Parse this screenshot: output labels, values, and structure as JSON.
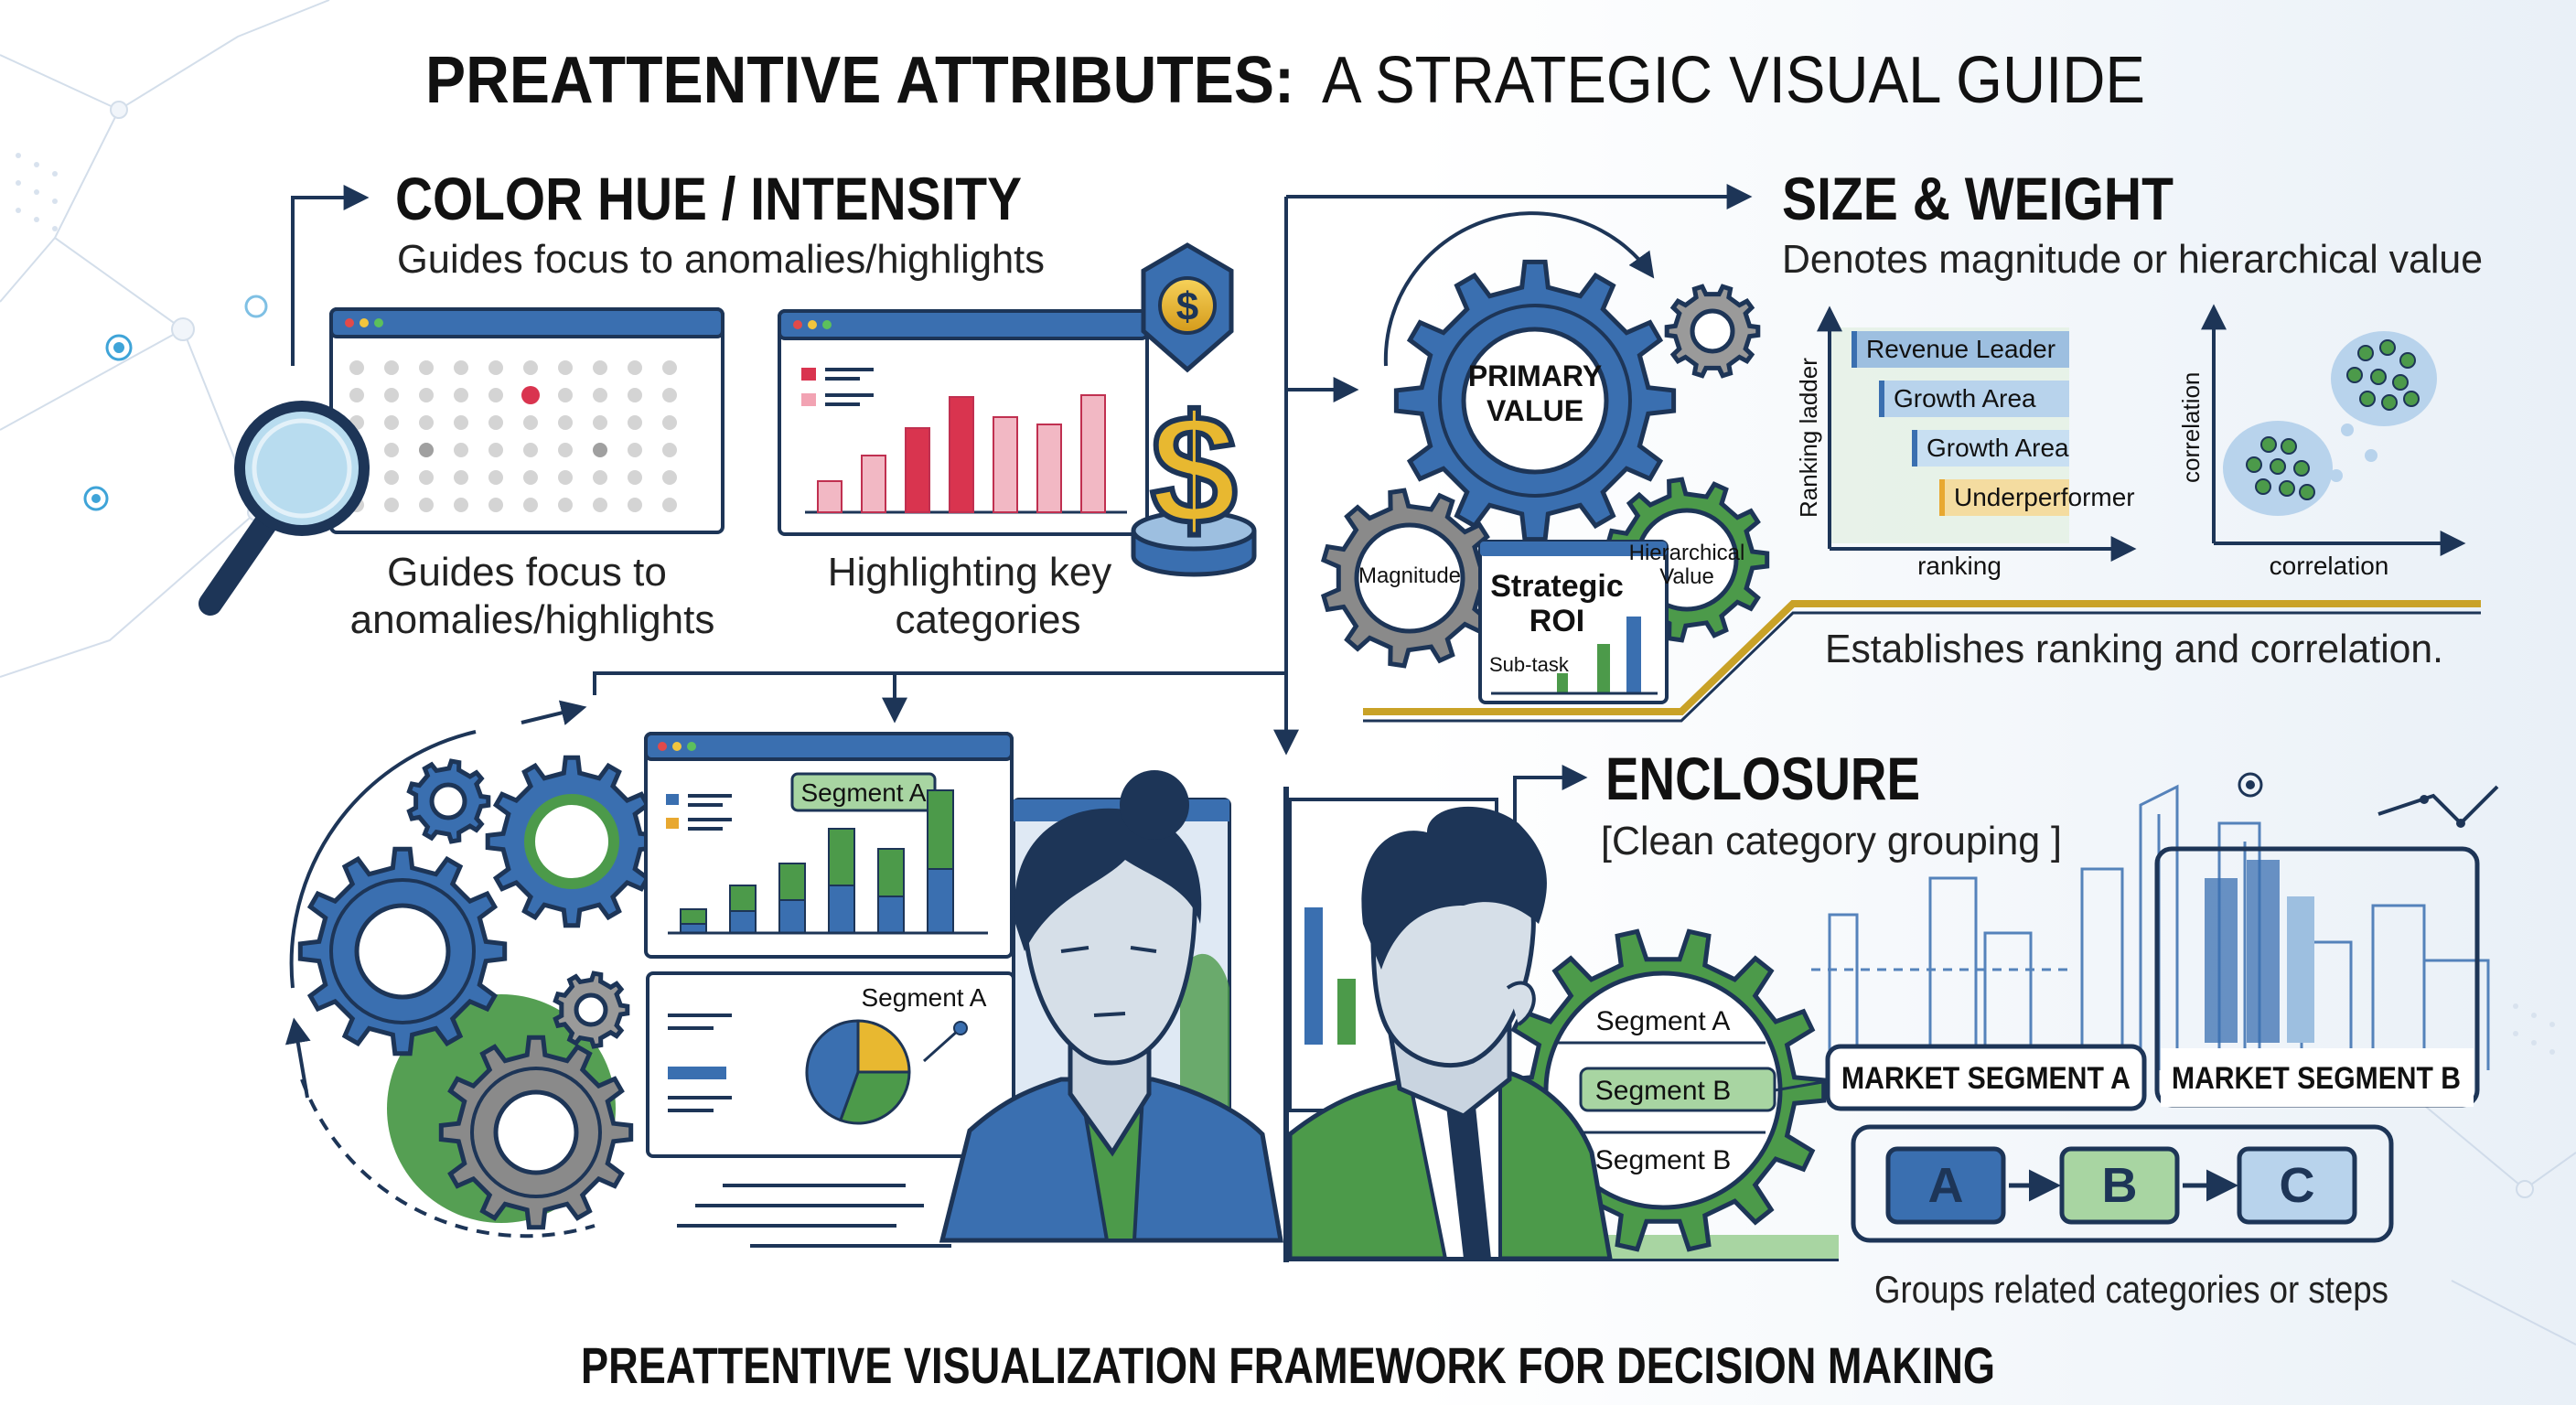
{
  "title": {
    "bold": "PREATTENTIVE ATTRIBUTES:",
    "regular": "A STRATEGIC VISUAL GUIDE"
  },
  "color_section": {
    "heading": "COLOR HUE / INTENSITY",
    "subtitle": "Guides focus to anomalies/highlights",
    "caption_left_1": "Guides focus to",
    "caption_left_2": "anomalies/highlights",
    "caption_right_1": "Highlighting key",
    "caption_right_2": "categories",
    "coin_symbol": "$",
    "dollar_symbol": "$"
  },
  "size_section": {
    "heading": "SIZE & WEIGHT",
    "subtitle": "Denotes magnitude or hierarchical value",
    "gear_primary": [
      "PRIMARY",
      "VALUE"
    ],
    "gear_magnitude": "Magnitude",
    "gear_hierarchical": [
      "Hierarchical",
      "Value"
    ],
    "roi_title": [
      "Strategic",
      "ROI"
    ],
    "roi_subtask": "Sub-task",
    "ladder_ylabel": "Ranking ladder",
    "ladder_xlabel": "ranking",
    "ladder_items": [
      "Revenue Leader",
      "Growth Area",
      "Growth Area",
      "Underperformer"
    ],
    "scatter_ylabel": "correlation",
    "scatter_xlabel": "correlation",
    "caption": "Establishes ranking and correlation."
  },
  "enclosure_section": {
    "heading": "ENCLOSURE",
    "subtitle": "[Clean category grouping ]",
    "gear_segments": [
      "Segment A",
      "Segment B",
      "Segment B"
    ],
    "market_a": "MARKET SEGMENT A",
    "market_b": "MARKET SEGMENT B",
    "steps": [
      "A",
      "B",
      "C"
    ],
    "caption": "Groups related categories or steps"
  },
  "dashboard_section": {
    "segment_label": "Segment A",
    "pie_label": "Segment A"
  },
  "footer": {
    "text": "PREATTENTIVE VISUALIZATION FRAMEWORK FOR DECISION MAKING"
  },
  "colors": {
    "navy": "#1d3557",
    "blue": "#3a6fb0",
    "blue_light": "#9dbfe0",
    "green": "#4c9a4a",
    "green_light": "#a8d5a2",
    "red": "#d9344f",
    "pink": "#f2a3b3",
    "gold": "#e8b830",
    "gray": "#8a8a8a"
  }
}
